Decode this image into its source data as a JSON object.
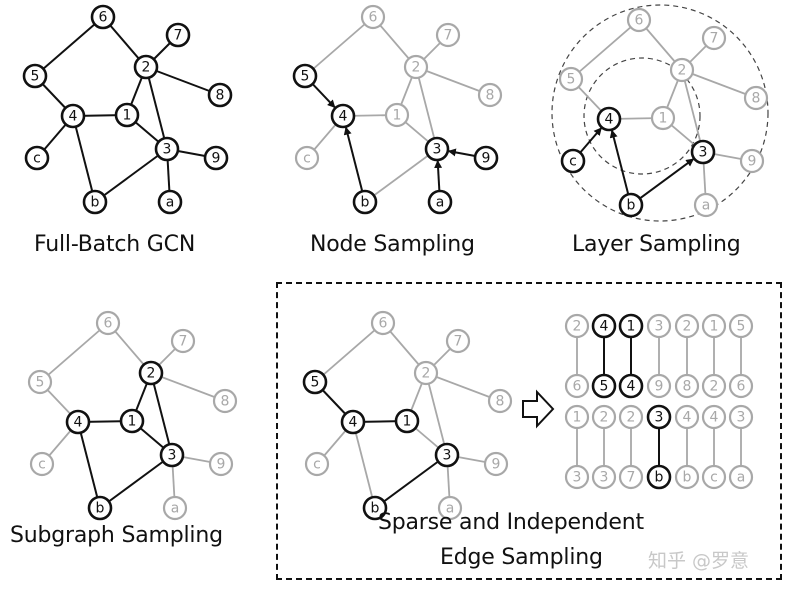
{
  "figure": {
    "colors": {
      "active": "#111111",
      "inactive": "#a8a8a8"
    },
    "panels": [
      {
        "id": "full-batch",
        "caption": "Full-Batch GCN"
      },
      {
        "id": "node-sampling",
        "caption": "Node Sampling"
      },
      {
        "id": "layer-sampling",
        "caption": "Layer Sampling"
      },
      {
        "id": "subgraph-sampling",
        "caption": "Subgraph Sampling"
      },
      {
        "id": "edge-sampling",
        "caption_line1": "Sparse and Independent",
        "caption_line2": "Edge Sampling"
      }
    ],
    "graph": {
      "nodes": [
        "6",
        "7",
        "2",
        "5",
        "8",
        "4",
        "1",
        "3",
        "9",
        "c",
        "b",
        "a"
      ],
      "edges": [
        [
          "6",
          "5"
        ],
        [
          "6",
          "2"
        ],
        [
          "2",
          "7"
        ],
        [
          "2",
          "8"
        ],
        [
          "2",
          "1"
        ],
        [
          "2",
          "3"
        ],
        [
          "5",
          "4"
        ],
        [
          "4",
          "1"
        ],
        [
          "4",
          "c"
        ],
        [
          "4",
          "b"
        ],
        [
          "1",
          "3"
        ],
        [
          "3",
          "9"
        ],
        [
          "3",
          "a"
        ],
        [
          "3",
          "b"
        ]
      ]
    },
    "full_batch": {
      "active_nodes": [
        "6",
        "7",
        "2",
        "5",
        "8",
        "4",
        "1",
        "3",
        "9",
        "c",
        "b",
        "a"
      ],
      "active_edges": "all",
      "arrows": []
    },
    "node_sampling": {
      "active_nodes": [
        "5",
        "4",
        "b",
        "3",
        "9",
        "a"
      ],
      "arrows": [
        [
          "5",
          "4"
        ],
        [
          "b",
          "4"
        ],
        [
          "9",
          "3"
        ],
        [
          "a",
          "3"
        ]
      ]
    },
    "layer_sampling": {
      "active_nodes": [
        "4",
        "3",
        "c",
        "b"
      ],
      "arrows": [
        [
          "c",
          "4"
        ],
        [
          "b",
          "4"
        ],
        [
          "b",
          "3"
        ]
      ],
      "dashed_circles": 2
    },
    "subgraph_sampling": {
      "active_nodes": [
        "2",
        "4",
        "1",
        "3",
        "b"
      ],
      "active_edges": [
        [
          "2",
          "1"
        ],
        [
          "2",
          "3"
        ],
        [
          "4",
          "1"
        ],
        [
          "1",
          "3"
        ],
        [
          "4",
          "b"
        ],
        [
          "3",
          "b"
        ]
      ]
    },
    "edge_sampling": {
      "active_nodes": [
        "5",
        "4",
        "1",
        "3",
        "b"
      ],
      "active_edges": [
        [
          "5",
          "4"
        ],
        [
          "4",
          "1"
        ],
        [
          "3",
          "b"
        ]
      ],
      "edge_list_top": [
        [
          "2",
          "6"
        ],
        [
          "4",
          "5"
        ],
        [
          "1",
          "4"
        ],
        [
          "3",
          "9"
        ],
        [
          "2",
          "8"
        ],
        [
          "1",
          "2"
        ],
        [
          "5",
          "6"
        ]
      ],
      "edge_list_bottom": [
        [
          "1",
          "3"
        ],
        [
          "2",
          "3"
        ],
        [
          "2",
          "7"
        ],
        [
          "3",
          "b"
        ],
        [
          "4",
          "b"
        ],
        [
          "4",
          "c"
        ],
        [
          "3",
          "a"
        ]
      ],
      "edge_list_active_top": [
        1,
        2
      ],
      "edge_list_active_bottom": [
        3
      ],
      "arrow_icon": "hollow-right-arrow-icon"
    },
    "watermark": "知乎 @罗意"
  }
}
